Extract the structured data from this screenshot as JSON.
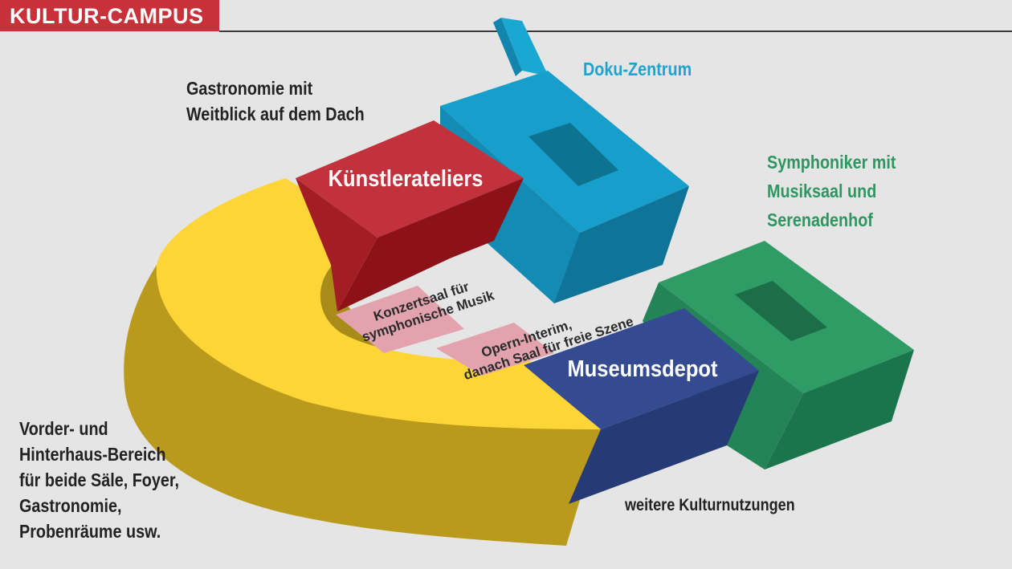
{
  "header": {
    "title": "KULTUR-CAMPUS"
  },
  "colors": {
    "title_red": "#c8313a",
    "yellow": "#fcd535",
    "red": "#c2323d",
    "blue": "#149cc6",
    "green": "#2d9a63",
    "navy": "#344b91",
    "pink": "#e2a3ae"
  },
  "buildings": {
    "kuenstlerateliers": "Künstlerateliers",
    "museumsdepot": "Museumsdepot"
  },
  "floor_areas": {
    "konzertsaal": "Konzertsaal für\nsymphonische Musik",
    "opern": "Opern-Interim,\ndanach Saal für freie Szene"
  },
  "annotations": {
    "gastronomie": "Gastronomie mit\nWeitblick auf dem Dach",
    "doku": "Doku-Zentrum",
    "symphoniker": "Symphoniker mit\nMusiksaal und\nSerenadenhof",
    "vorderhaus": "Vorder- und\nHinterhaus-Bereich\nfür beide Säle, Foyer,\nGastronomie,\nProbenräume usw.",
    "weitere": "weitere Kulturnutzungen"
  }
}
